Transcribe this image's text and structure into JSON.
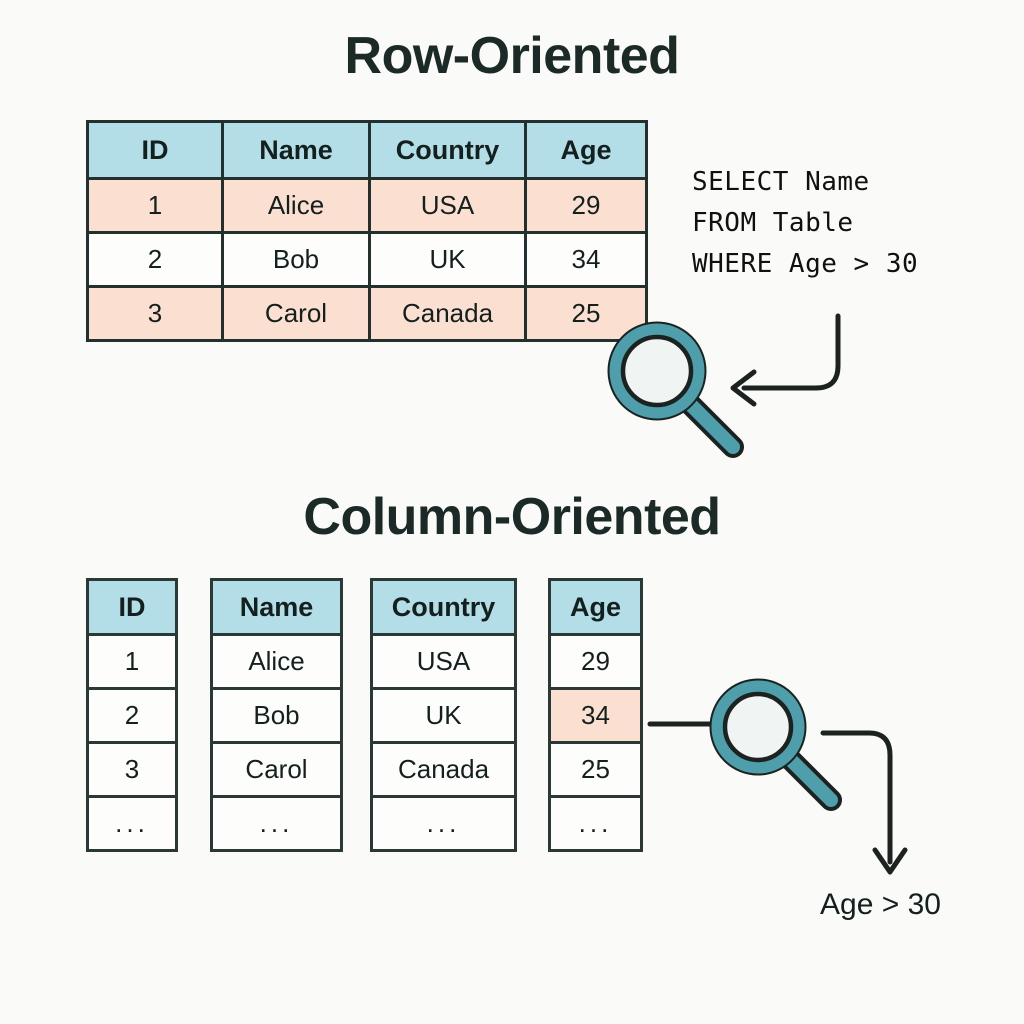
{
  "background_color": "#FAFAF8",
  "palette": {
    "header_blue": "#B3DEE8",
    "highlight_peach": "#FBDFD0",
    "outline_dark": "#22302E",
    "magnifier_teal": "#4E9FAB",
    "lens_fill": "#F0F4F3",
    "text_dark": "#14201E"
  },
  "sections": {
    "row": {
      "title": "Row-Oriented",
      "table": {
        "columns": [
          "ID",
          "Name",
          "Country",
          "Age"
        ],
        "rows": [
          {
            "cells": [
              "1",
              "Alice",
              "USA",
              "29"
            ],
            "highlighted": true
          },
          {
            "cells": [
              "2",
              "Bob",
              "UK",
              "34"
            ],
            "highlighted": false
          },
          {
            "cells": [
              "3",
              "Carol",
              "Canada",
              "25"
            ],
            "highlighted": true
          }
        ]
      },
      "query": "SELECT Name\nFROM Table\nWHERE Age > 30",
      "magnifier_label": "magnifier-glass"
    },
    "column": {
      "title": "Column-Oriented",
      "columns": [
        {
          "header": "ID",
          "values": [
            "1",
            "2",
            "3",
            "..."
          ],
          "highlight_index": -1
        },
        {
          "header": "Name",
          "values": [
            "Alice",
            "Bob",
            "Carol",
            "..."
          ],
          "highlight_index": -1
        },
        {
          "header": "Country",
          "values": [
            "USA",
            "UK",
            "Canada",
            "..."
          ],
          "highlight_index": -1
        },
        {
          "header": "Age",
          "values": [
            "29",
            "34",
            "25",
            "..."
          ],
          "highlight_index": 1
        }
      ],
      "result_label": "Age > 30",
      "magnifier_label": "magnifier-glass"
    }
  },
  "row_table": {
    "h_id": "ID",
    "h_name": "Name",
    "h_country": "Country",
    "h_age": "Age",
    "r1": {
      "id": "1",
      "name": "Alice",
      "country": "USA",
      "age": "29"
    },
    "r2": {
      "id": "2",
      "name": "Bob",
      "country": "UK",
      "age": "34"
    },
    "r3": {
      "id": "3",
      "name": "Carol",
      "country": "Canada",
      "age": "25"
    }
  },
  "col_id": {
    "header": "ID",
    "v1": "1",
    "v2": "2",
    "v3": "3",
    "v4": "..."
  },
  "col_name": {
    "header": "Name",
    "v1": "Alice",
    "v2": "Bob",
    "v3": "Carol",
    "v4": "..."
  },
  "col_country": {
    "header": "Country",
    "v1": "USA",
    "v2": "UK",
    "v3": "Canada",
    "v4": "..."
  },
  "col_age": {
    "header": "Age",
    "v1": "29",
    "v2": "34",
    "v3": "25",
    "v4": "..."
  }
}
